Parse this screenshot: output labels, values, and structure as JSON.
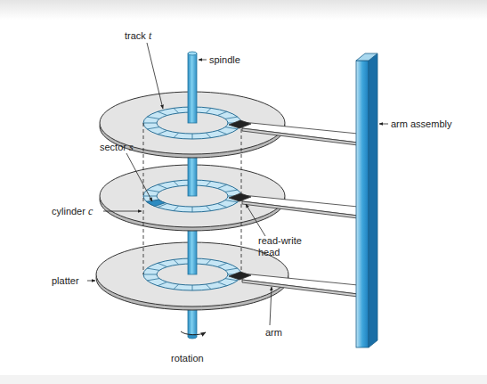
{
  "diagram": {
    "labels": [
      "track t",
      "spindle",
      "arm assembly",
      "sector s",
      "cylinder c",
      "read-write head",
      "platter",
      "arm",
      "rotation"
    ]
  }
}
